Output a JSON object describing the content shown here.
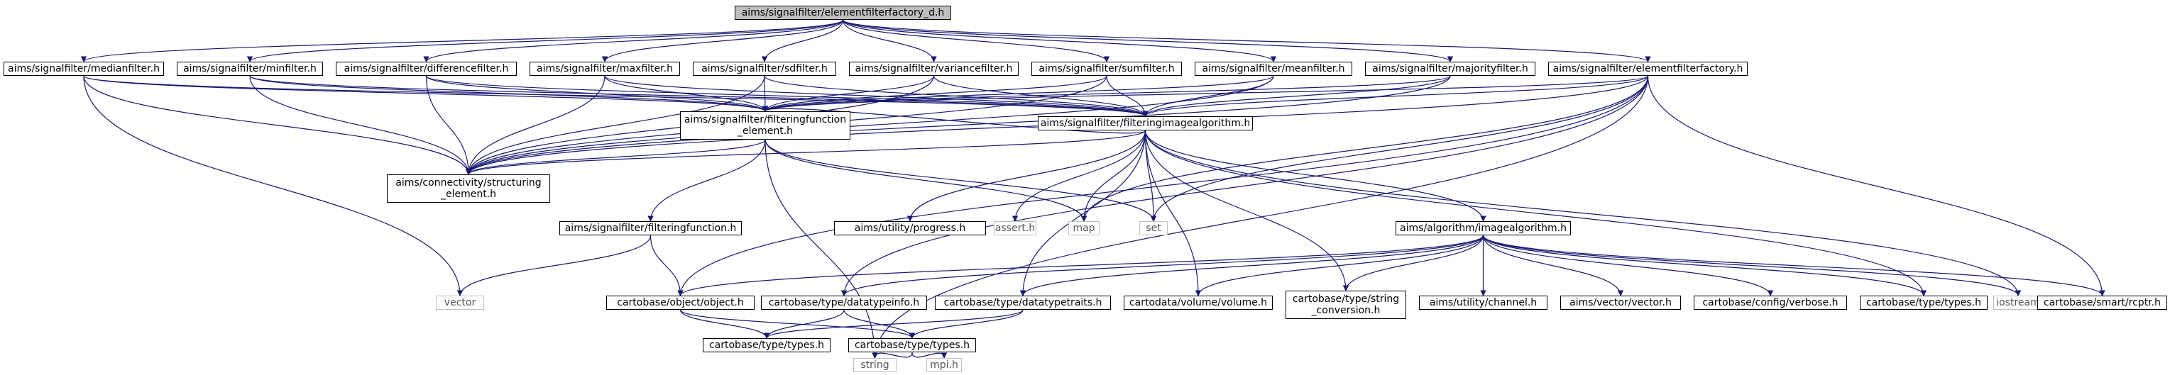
{
  "root": "aims/signalfilter/elementfilterfactory_d.h",
  "nodes": {
    "root": "aims/signalfilter/elementfilterfactory_d.h",
    "medianfilter": "aims/signalfilter/medianfilter.h",
    "minfilter": "aims/signalfilter/minfilter.h",
    "differencefilter": "aims/signalfilter/differencefilter.h",
    "maxfilter": "aims/signalfilter/maxfilter.h",
    "sdfilter": "aims/signalfilter/sdfilter.h",
    "variancefilter": "aims/signalfilter/variancefilter.h",
    "sumfilter": "aims/signalfilter/sumfilter.h",
    "meanfilter": "aims/signalfilter/meanfilter.h",
    "majorityfilter": "aims/signalfilter/majorityfilter.h",
    "elementfilterfactory": "aims/signalfilter/elementfilterfactory.h",
    "filteringfunction_element": "aims/signalfilter/filteringfunction\n_element.h",
    "filteringimagealgorithm": "aims/signalfilter/filteringimagealgorithm.h",
    "structuring_element": "aims/connectivity/structuring\n_element.h",
    "filteringfunction": "aims/signalfilter/filteringfunction.h",
    "map": "map",
    "set": "set",
    "progress": "aims/utility/progress.h",
    "assert": "assert.h",
    "imagealgorithm": "aims/algorithm/imagealgorithm.h",
    "vector": "vector",
    "object": "cartobase/object/object.h",
    "datatypeinfo": "cartobase/type/datatypeinfo.h",
    "datatypetraits": "cartobase/type/datatypetraits.h",
    "volume": "cartodata/volume/volume.h",
    "string_conversion": "cartobase/type/string\n_conversion.h",
    "channel": "aims/utility/channel.h",
    "aims_vector": "aims/vector/vector.h",
    "verbose": "cartobase/config/verbose.h",
    "types_right": "cartobase/type/types.h",
    "iostream": "iostream",
    "rcptr": "cartobase/smart/rcptr.h",
    "types_left": "cartobase/type/types.h",
    "types_mid": "cartobase/type/types.h",
    "string": "string",
    "mpi": "mpi.h"
  },
  "external_nodes": [
    "map",
    "set",
    "assert",
    "vector",
    "iostream",
    "string",
    "mpi"
  ],
  "edges": [
    [
      "root",
      "medianfilter"
    ],
    [
      "root",
      "minfilter"
    ],
    [
      "root",
      "differencefilter"
    ],
    [
      "root",
      "maxfilter"
    ],
    [
      "root",
      "sdfilter"
    ],
    [
      "root",
      "variancefilter"
    ],
    [
      "root",
      "sumfilter"
    ],
    [
      "root",
      "meanfilter"
    ],
    [
      "root",
      "majorityfilter"
    ],
    [
      "root",
      "elementfilterfactory"
    ],
    [
      "medianfilter",
      "filteringfunction_element"
    ],
    [
      "medianfilter",
      "filteringimagealgorithm"
    ],
    [
      "medianfilter",
      "structuring_element"
    ],
    [
      "medianfilter",
      "vector"
    ],
    [
      "minfilter",
      "filteringfunction_element"
    ],
    [
      "minfilter",
      "filteringimagealgorithm"
    ],
    [
      "minfilter",
      "structuring_element"
    ],
    [
      "differencefilter",
      "filteringfunction_element"
    ],
    [
      "differencefilter",
      "filteringimagealgorithm"
    ],
    [
      "differencefilter",
      "structuring_element"
    ],
    [
      "maxfilter",
      "filteringfunction_element"
    ],
    [
      "maxfilter",
      "filteringimagealgorithm"
    ],
    [
      "maxfilter",
      "structuring_element"
    ],
    [
      "sdfilter",
      "filteringfunction_element"
    ],
    [
      "sdfilter",
      "filteringimagealgorithm"
    ],
    [
      "sdfilter",
      "structuring_element"
    ],
    [
      "variancefilter",
      "filteringfunction_element"
    ],
    [
      "variancefilter",
      "filteringimagealgorithm"
    ],
    [
      "variancefilter",
      "structuring_element"
    ],
    [
      "sumfilter",
      "filteringfunction_element"
    ],
    [
      "sumfilter",
      "filteringimagealgorithm"
    ],
    [
      "sumfilter",
      "structuring_element"
    ],
    [
      "meanfilter",
      "filteringfunction_element"
    ],
    [
      "meanfilter",
      "filteringimagealgorithm"
    ],
    [
      "meanfilter",
      "structuring_element"
    ],
    [
      "majorityfilter",
      "filteringfunction_element"
    ],
    [
      "majorityfilter",
      "filteringimagealgorithm"
    ],
    [
      "majorityfilter",
      "structuring_element"
    ],
    [
      "elementfilterfactory",
      "filteringfunction_element"
    ],
    [
      "elementfilterfactory",
      "filteringimagealgorithm"
    ],
    [
      "elementfilterfactory",
      "structuring_element"
    ],
    [
      "elementfilterfactory",
      "map"
    ],
    [
      "elementfilterfactory",
      "set"
    ],
    [
      "elementfilterfactory",
      "object"
    ],
    [
      "elementfilterfactory",
      "datatypeinfo"
    ],
    [
      "elementfilterfactory",
      "rcptr"
    ],
    [
      "elementfilterfactory",
      "string"
    ],
    [
      "filteringfunction_element",
      "structuring_element"
    ],
    [
      "filteringfunction_element",
      "filteringfunction"
    ],
    [
      "filteringfunction_element",
      "map"
    ],
    [
      "filteringfunction_element",
      "set"
    ],
    [
      "filteringfunction_element",
      "string"
    ],
    [
      "filteringimagealgorithm",
      "filteringfunction_element"
    ],
    [
      "filteringimagealgorithm",
      "structuring_element"
    ],
    [
      "filteringimagealgorithm",
      "progress"
    ],
    [
      "filteringimagealgorithm",
      "assert"
    ],
    [
      "filteringimagealgorithm",
      "imagealgorithm"
    ],
    [
      "filteringimagealgorithm",
      "datatypetraits"
    ],
    [
      "filteringimagealgorithm",
      "volume"
    ],
    [
      "filteringimagealgorithm",
      "string_conversion"
    ],
    [
      "filteringimagealgorithm",
      "types_right"
    ],
    [
      "filteringimagealgorithm",
      "iostream"
    ],
    [
      "filteringimagealgorithm",
      "set"
    ],
    [
      "filteringimagealgorithm",
      "map"
    ],
    [
      "filteringfunction",
      "object"
    ],
    [
      "filteringfunction",
      "vector"
    ],
    [
      "imagealgorithm",
      "object"
    ],
    [
      "imagealgorithm",
      "datatypeinfo"
    ],
    [
      "imagealgorithm",
      "datatypetraits"
    ],
    [
      "imagealgorithm",
      "volume"
    ],
    [
      "imagealgorithm",
      "string_conversion"
    ],
    [
      "imagealgorithm",
      "channel"
    ],
    [
      "imagealgorithm",
      "aims_vector"
    ],
    [
      "imagealgorithm",
      "verbose"
    ],
    [
      "imagealgorithm",
      "types_right"
    ],
    [
      "imagealgorithm",
      "iostream"
    ],
    [
      "imagealgorithm",
      "rcptr"
    ],
    [
      "object",
      "types_left"
    ],
    [
      "object",
      "types_mid"
    ],
    [
      "datatypeinfo",
      "types_left"
    ],
    [
      "datatypeinfo",
      "types_mid"
    ],
    [
      "datatypetraits",
      "types_left"
    ],
    [
      "datatypetraits",
      "types_mid"
    ],
    [
      "types_mid",
      "string"
    ],
    [
      "types_mid",
      "mpi"
    ]
  ],
  "colors": {
    "root_fill": "#bfbfbf",
    "edge": "#191970",
    "border": "#000000",
    "external_border": "#bfbfbf"
  }
}
